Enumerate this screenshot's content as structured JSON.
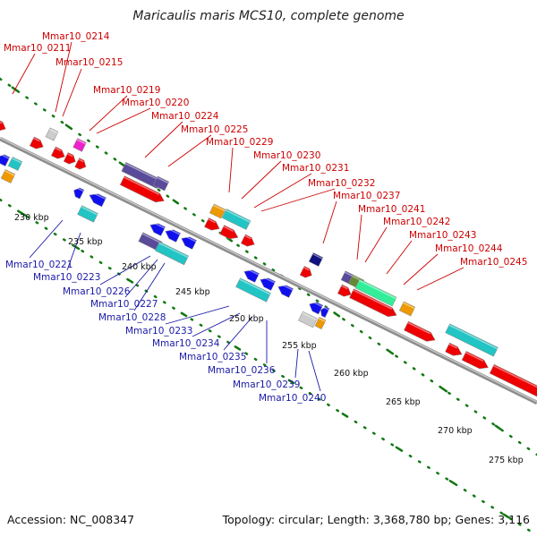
{
  "title": "Maricaulis maris MCS10, complete genome",
  "footer": {
    "accession": "Accession: NC_008347",
    "summary": "Topology: circular; Length: 3,368,780 bp; Genes: 3,116"
  },
  "colors": {
    "forward_gene": "#ee0000",
    "reverse_gene": "#1010ee",
    "cyan_gene": "#22c4c4",
    "purple_gene": "#5a4a9a",
    "orange_gene": "#ee9900",
    "magenta_gene": "#ee22cc",
    "gray_gene": "#cccccc",
    "navy_gene": "#101080",
    "green_gene": "#33ee99",
    "olive_gene": "#668833",
    "tick": "#117711",
    "backbone": "#999999"
  },
  "forward_labels": [
    {
      "id": "f0214",
      "text": "Mmar10_0214"
    },
    {
      "id": "f0211",
      "text": "Mmar10_0211"
    },
    {
      "id": "f0215",
      "text": "Mmar10_0215"
    },
    {
      "id": "f0219",
      "text": "Mmar10_0219"
    },
    {
      "id": "f0220",
      "text": "Mmar10_0220"
    },
    {
      "id": "f0224",
      "text": "Mmar10_0224"
    },
    {
      "id": "f0225",
      "text": "Mmar10_0225"
    },
    {
      "id": "f0229",
      "text": "Mmar10_0229"
    },
    {
      "id": "f0230",
      "text": "Mmar10_0230"
    },
    {
      "id": "f0231",
      "text": "Mmar10_0231"
    },
    {
      "id": "f0232",
      "text": "Mmar10_0232"
    },
    {
      "id": "f0237",
      "text": "Mmar10_0237"
    },
    {
      "id": "f0241",
      "text": "Mmar10_0241"
    },
    {
      "id": "f0242",
      "text": "Mmar10_0242"
    },
    {
      "id": "f0243",
      "text": "Mmar10_0243"
    },
    {
      "id": "f0244",
      "text": "Mmar10_0244"
    },
    {
      "id": "f0245",
      "text": "Mmar10_0245"
    }
  ],
  "reverse_labels": [
    {
      "id": "r0221",
      "text": "Mmar10_0221"
    },
    {
      "id": "r0223",
      "text": "Mmar10_0223"
    },
    {
      "id": "r0226",
      "text": "Mmar10_0226"
    },
    {
      "id": "r0227",
      "text": "Mmar10_0227"
    },
    {
      "id": "r0228",
      "text": "Mmar10_0228"
    },
    {
      "id": "r0233",
      "text": "Mmar10_0233"
    },
    {
      "id": "r0234",
      "text": "Mmar10_0234"
    },
    {
      "id": "r0235",
      "text": "Mmar10_0235"
    },
    {
      "id": "r0236",
      "text": "Mmar10_0236"
    },
    {
      "id": "r0239",
      "text": "Mmar10_0239"
    },
    {
      "id": "r0240",
      "text": "Mmar10_0240"
    }
  ],
  "scale_labels": [
    {
      "id": "k230",
      "text": "230 kbp"
    },
    {
      "id": "k235",
      "text": "235 kbp"
    },
    {
      "id": "k240",
      "text": "240 kbp"
    },
    {
      "id": "k245",
      "text": "245 kbp"
    },
    {
      "id": "k250",
      "text": "250 kbp"
    },
    {
      "id": "k255",
      "text": "255 kbp"
    },
    {
      "id": "k260",
      "text": "260 kbp"
    },
    {
      "id": "k265",
      "text": "265 kbp"
    },
    {
      "id": "k270",
      "text": "270 kbp"
    },
    {
      "id": "k275",
      "text": "275 kbp"
    }
  ]
}
